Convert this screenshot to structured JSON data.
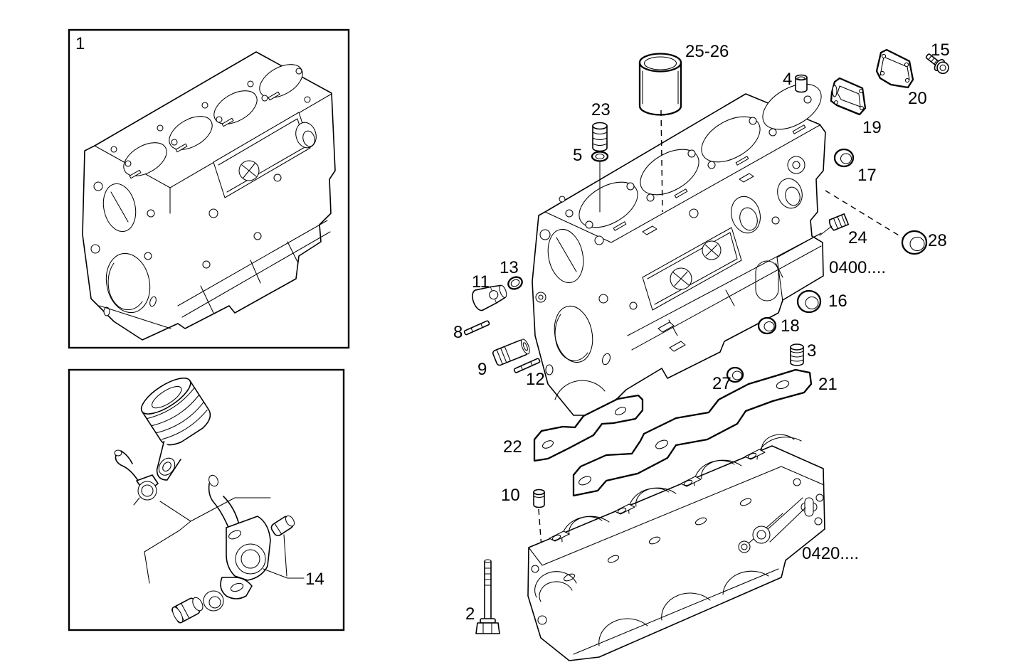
{
  "figure": {
    "kind": "engine parts exploded diagram",
    "background": "#ffffff",
    "line_color": "#000000"
  },
  "panels": {
    "cylinder_block_assembly": {
      "callout": "1"
    },
    "piston_cooling_nozzles": {
      "callout": "14"
    }
  },
  "group_refs": {
    "cylinder_block": "0400....",
    "crankcase": "0420...."
  },
  "callouts": {
    "c1": "1",
    "c2": "2",
    "c3": "3",
    "c4": "4",
    "c5": "5",
    "c8": "8",
    "c9": "9",
    "c10": "10",
    "c11": "11",
    "c12": "12",
    "c13": "13",
    "c14": "14",
    "c15": "15",
    "c16": "16",
    "c17": "17",
    "c18": "18",
    "c19": "19",
    "c20": "20",
    "c21": "21",
    "c22": "22",
    "c23": "23",
    "c24": "24",
    "c25_26": "25-26",
    "c27": "27",
    "c28": "28"
  }
}
